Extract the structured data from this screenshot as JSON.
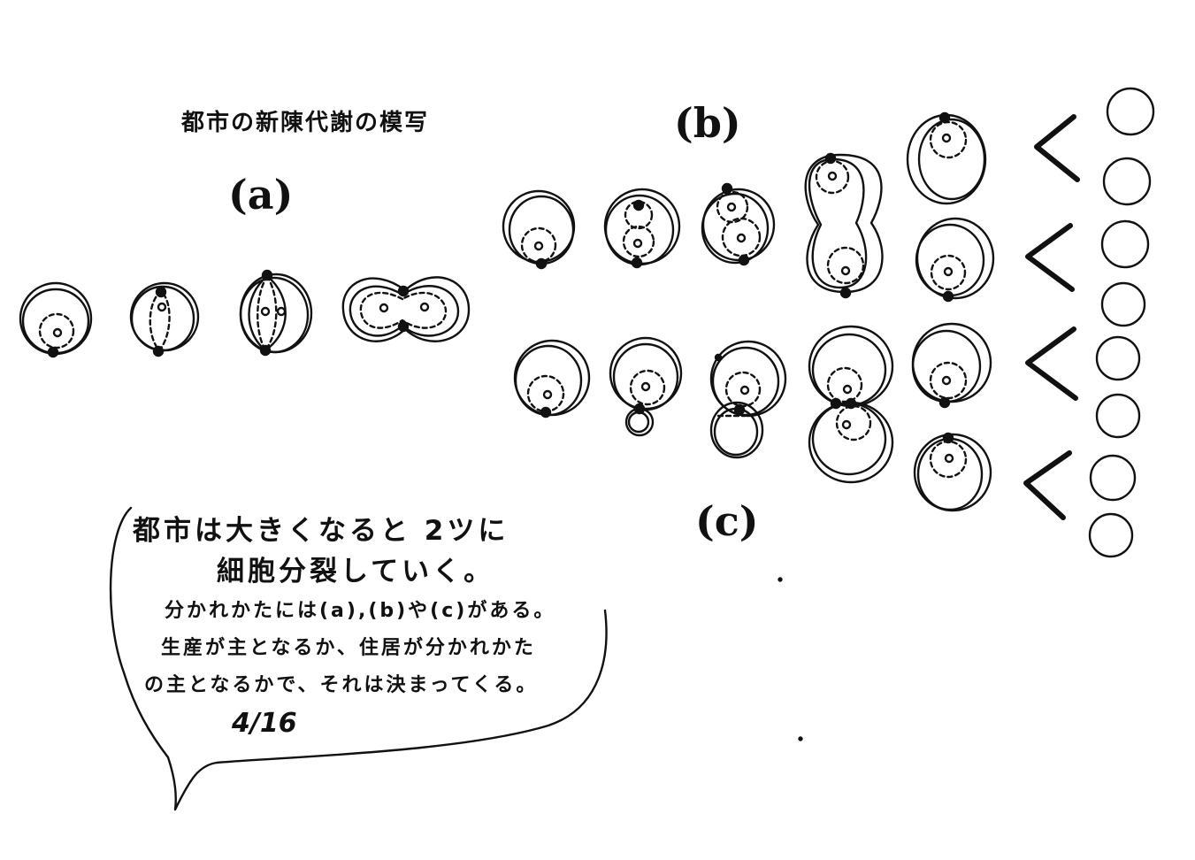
{
  "title": "都市の新陳代謝の模写",
  "labels": {
    "a": "(a)",
    "b": "(b)",
    "c": "(c)"
  },
  "note": {
    "line1": "都市は大きくなると 2ツに",
    "line2": "細胞分裂していく。",
    "line3": "分かれかたには(a),(b)や(c)がある。",
    "line4": "生産が主となるか、住居が分かれかた",
    "line5": "の主となるかで、それは決まってくる。",
    "date": "4/16"
  }
}
